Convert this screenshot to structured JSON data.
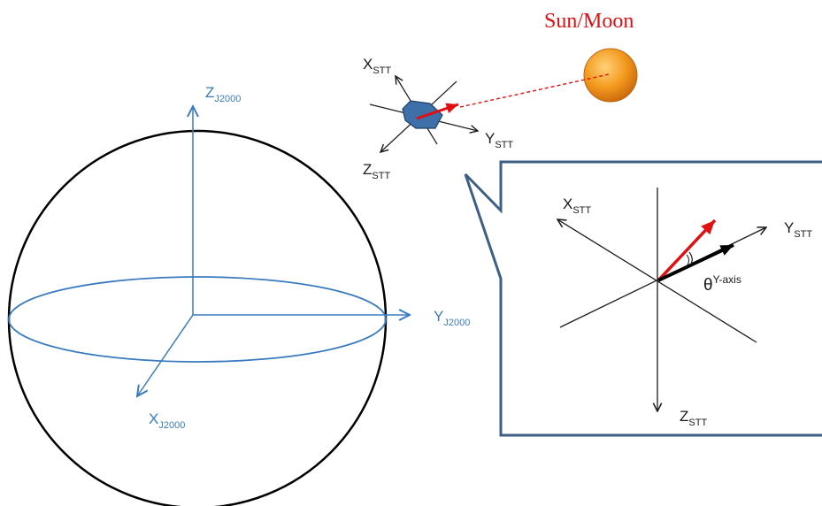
{
  "labels": {
    "sun_moon": "Sun/Moon",
    "z_j2000": {
      "main": "Z",
      "sub": "J2000"
    },
    "y_j2000": {
      "main": "Y",
      "sub": "J2000"
    },
    "x_j2000": {
      "main": "X",
      "sub": "J2000"
    },
    "x_stt": {
      "main": "X",
      "sub": "STT"
    },
    "y_stt": {
      "main": "Y",
      "sub": "STT"
    },
    "z_stt": {
      "main": "Z",
      "sub": "STT"
    },
    "theta": {
      "main": "θ",
      "sup": "Y-axis"
    }
  },
  "colors": {
    "earth_frame": "#3a7bbf",
    "sun_vector": "#e01010",
    "sun_body": "#f39a1e",
    "callout_border": "#3d5f86",
    "axes": "#1a1a1a"
  }
}
